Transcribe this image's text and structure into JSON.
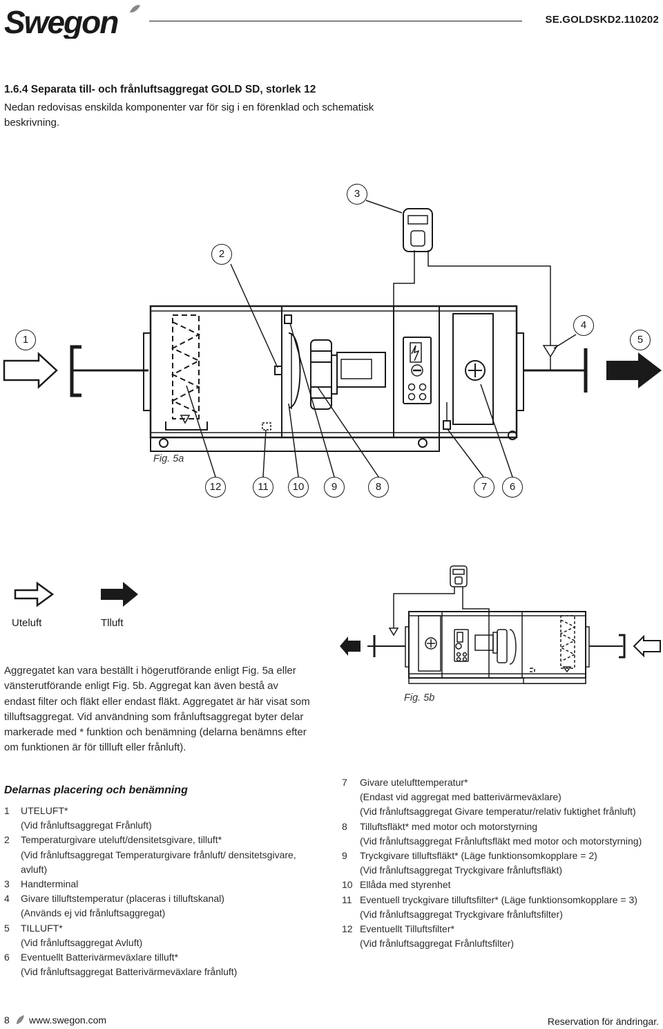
{
  "header": {
    "brand": "Swegon",
    "doc_code": "SE.GOLDSKD2.110202"
  },
  "section": {
    "title": "1.6.4 Separata till- och frånluftsaggregat GOLD SD, storlek 12",
    "intro": "Nedan redovisas enskilda komponenter var för sig i en förenklad och schematisk beskrivning."
  },
  "figure_a": {
    "label": "Fig. 5a",
    "callouts": [
      "1",
      "2",
      "3",
      "4",
      "5",
      "6",
      "7",
      "8",
      "9",
      "10",
      "11",
      "12"
    ]
  },
  "legend": {
    "outdoor_air": "Uteluft",
    "supply_air": "Tlluft"
  },
  "paragraph": "Aggregatet kan vara beställt i högerutförande enligt Fig. 5a eller vänsterutförande enligt Fig. 5b. Aggregat kan även bestå av endast filter och fläkt eller endast fläkt. Aggregatet är här visat som tilluftsaggregat. Vid användning som frånluftsaggregat byter delar markerade med * funktion och benämning (delarna benämns efter om funktionen är för tillluft eller frånluft).",
  "figure_b": {
    "label": "Fig. 5b"
  },
  "parts_title": "Delarnas placering och benämning",
  "parts_left": [
    {
      "num": "1",
      "text": "UTELUFT*",
      "sub": "(Vid frånluftsaggregat Frånluft)"
    },
    {
      "num": "2",
      "text": "Temperaturgivare uteluft/densitetsgivare, tilluft*",
      "sub": "(Vid frånluftsaggregat Temperaturgivare frånluft/ densitetsgivare, avluft)"
    },
    {
      "num": "3",
      "text": "Handterminal",
      "sub": ""
    },
    {
      "num": "4",
      "text": "Givare tilluftstemperatur (placeras i tilluftskanal)",
      "sub": "(Används ej vid frånluftsaggregat)"
    },
    {
      "num": "5",
      "text": "TILLUFT*",
      "sub": "(Vid frånluftsaggregat Avluft)"
    },
    {
      "num": "6",
      "text": "Eventuellt Batterivärmeväxlare tilluft*",
      "sub": "(Vid frånluftsaggregat Batterivärmeväxlare frånluft)"
    }
  ],
  "parts_right": [
    {
      "num": "7",
      "text": "Givare utelufttemperatur*",
      "sub": "(Endast vid aggregat med batterivärmeväxlare)",
      "sub2": "(Vid frånluftsaggregat Givare temperatur/relativ fuktighet frånluft)"
    },
    {
      "num": "8",
      "text": "Tilluftsfläkt* med motor och motorstyrning",
      "sub": "(Vid frånluftsaggregat Frånluftsfläkt med motor och motorstyrning)",
      "sub2": ""
    },
    {
      "num": "9",
      "text": "Tryckgivare tilluftsfläkt* (Läge funktionsomkopplare = 2)",
      "sub": "(Vid frånluftsaggregat Tryckgivare frånluftsfläkt)",
      "sub2": ""
    },
    {
      "num": "10",
      "text": "Ellåda med styrenhet",
      "sub": "",
      "sub2": ""
    },
    {
      "num": "11",
      "text": "Eventuell tryckgivare tilluftsfilter* (Läge funktionsomkopplare = 3) (Vid frånluftsaggregat Tryckgivare frånluftsfilter)",
      "sub": "",
      "sub2": ""
    },
    {
      "num": "12",
      "text": "Eventuellt Tilluftsfilter*",
      "sub": "(Vid frånluftsaggregat Frånluftsfilter)",
      "sub2": ""
    }
  ],
  "footer": {
    "page": "8",
    "url": "www.swegon.com",
    "note": "Reservation för ändringar."
  }
}
